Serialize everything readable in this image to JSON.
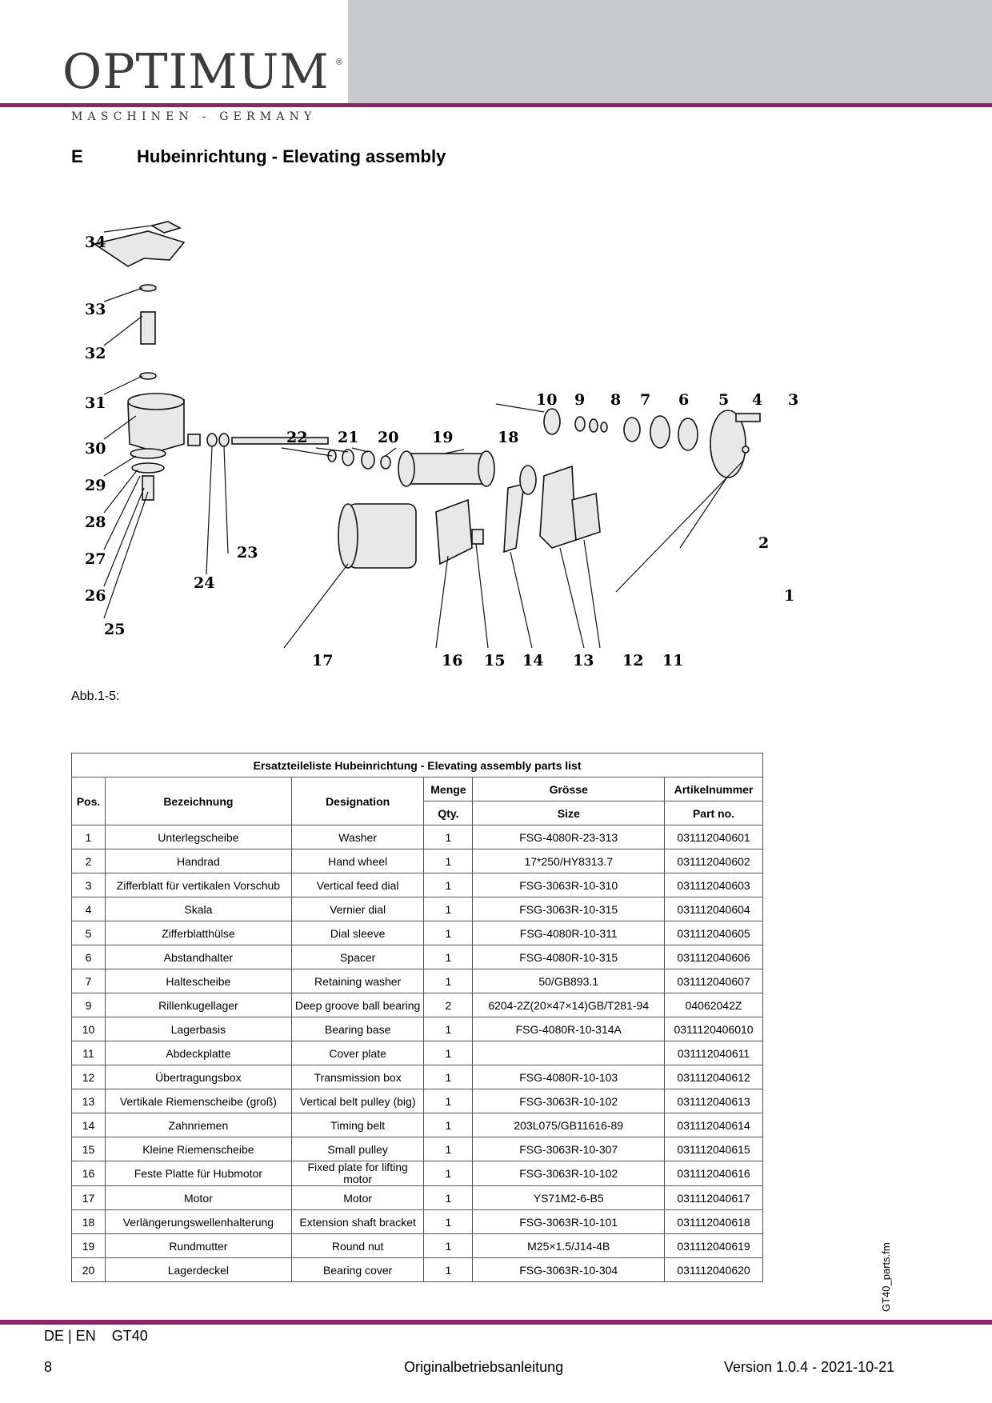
{
  "header": {
    "brand": "OPTIMUM",
    "registered": "®",
    "tagline": "MASCHINEN - GERMANY"
  },
  "section": {
    "letter": "E",
    "title": "Hubeinrichtung - Elevating assembly"
  },
  "diagram": {
    "callouts": [
      "34",
      "33",
      "32",
      "31",
      "30",
      "29",
      "28",
      "27",
      "26",
      "25",
      "24",
      "23",
      "22",
      "21",
      "20",
      "19",
      "18",
      "17",
      "16",
      "15",
      "14",
      "13",
      "12",
      "11",
      "10",
      "9",
      "8",
      "7",
      "6",
      "5",
      "4",
      "3",
      "2",
      "1"
    ]
  },
  "caption": "Abb.1-5:",
  "table": {
    "title": "Ersatzteileliste Hubeinrichtung - Elevating assembly parts list",
    "headers": {
      "pos": "Pos.",
      "bezeichnung": "Bezeichnung",
      "designation": "Designation",
      "menge": "Menge",
      "qty": "Qty.",
      "groesse": "Grösse",
      "size": "Size",
      "artikelnummer": "Artikelnummer",
      "partno": "Part no."
    },
    "rows": [
      {
        "pos": "1",
        "de": "Unterlegscheibe",
        "en": "Washer",
        "qty": "1",
        "size": "FSG-4080R-23-313",
        "part": "031112040601"
      },
      {
        "pos": "2",
        "de": "Handrad",
        "en": "Hand wheel",
        "qty": "1",
        "size": "17*250/HY8313.7",
        "part": "031112040602"
      },
      {
        "pos": "3",
        "de": "Zifferblatt für vertikalen Vorschub",
        "en": "Vertical feed dial",
        "qty": "1",
        "size": "FSG-3063R-10-310",
        "part": "031112040603"
      },
      {
        "pos": "4",
        "de": "Skala",
        "en": "Vernier dial",
        "qty": "1",
        "size": "FSG-3063R-10-315",
        "part": "031112040604"
      },
      {
        "pos": "5",
        "de": "Zifferblatthülse",
        "en": "Dial sleeve",
        "qty": "1",
        "size": "FSG-4080R-10-311",
        "part": "031112040605"
      },
      {
        "pos": "6",
        "de": "Abstandhalter",
        "en": "Spacer",
        "qty": "1",
        "size": "FSG-4080R-10-315",
        "part": "031112040606"
      },
      {
        "pos": "7",
        "de": "Haltescheibe",
        "en": "Retaining washer",
        "qty": "1",
        "size": "50/GB893.1",
        "part": "031112040607"
      },
      {
        "pos": "9",
        "de": "Rillenkugellager",
        "en": "Deep groove ball bearing",
        "qty": "2",
        "size": "6204-2Z(20×47×14)GB/T281-94",
        "part": "04062042Z"
      },
      {
        "pos": "10",
        "de": "Lagerbasis",
        "en": "Bearing base",
        "qty": "1",
        "size": "FSG-4080R-10-314A",
        "part": "0311120406010"
      },
      {
        "pos": "11",
        "de": "Abdeckplatte",
        "en": "Cover plate",
        "qty": "1",
        "size": "",
        "part": "031112040611"
      },
      {
        "pos": "12",
        "de": "Übertragungsbox",
        "en": "Transmission box",
        "qty": "1",
        "size": "FSG-4080R-10-103",
        "part": "031112040612"
      },
      {
        "pos": "13",
        "de": "Vertikale Riemenscheibe (groß)",
        "en": "Vertical belt pulley (big)",
        "qty": "1",
        "size": "FSG-3063R-10-102",
        "part": "031112040613"
      },
      {
        "pos": "14",
        "de": "Zahnriemen",
        "en": "Timing belt",
        "qty": "1",
        "size": "203L075/GB11616-89",
        "part": "031112040614"
      },
      {
        "pos": "15",
        "de": "Kleine Riemenscheibe",
        "en": "Small pulley",
        "qty": "1",
        "size": "FSG-3063R-10-307",
        "part": "031112040615"
      },
      {
        "pos": "16",
        "de": "Feste Platte für Hubmotor",
        "en": "Fixed plate for lifting motor",
        "qty": "1",
        "size": "FSG-3063R-10-102",
        "part": "031112040616"
      },
      {
        "pos": "17",
        "de": "Motor",
        "en": "Motor",
        "qty": "1",
        "size": "YS71M2-6-B5",
        "part": "031112040617"
      },
      {
        "pos": "18",
        "de": "Verlängerungswellenhalterung",
        "en": "Extension shaft bracket",
        "qty": "1",
        "size": "FSG-3063R-10-101",
        "part": "031112040618"
      },
      {
        "pos": "19",
        "de": "Rundmutter",
        "en": "Round nut",
        "qty": "1",
        "size": "M25×1.5/J14-4B",
        "part": "031112040619"
      },
      {
        "pos": "20",
        "de": "Lagerdeckel",
        "en": "Bearing cover",
        "qty": "1",
        "size": "FSG-3063R-10-304",
        "part": "031112040620"
      }
    ]
  },
  "footer": {
    "file": "GT40_parts.fm",
    "lang_model": "DE | EN    GT40",
    "page": "8",
    "doc": "Originalbetriebsanleitung",
    "version": "Version 1.0.4 - 2021-10-21"
  }
}
